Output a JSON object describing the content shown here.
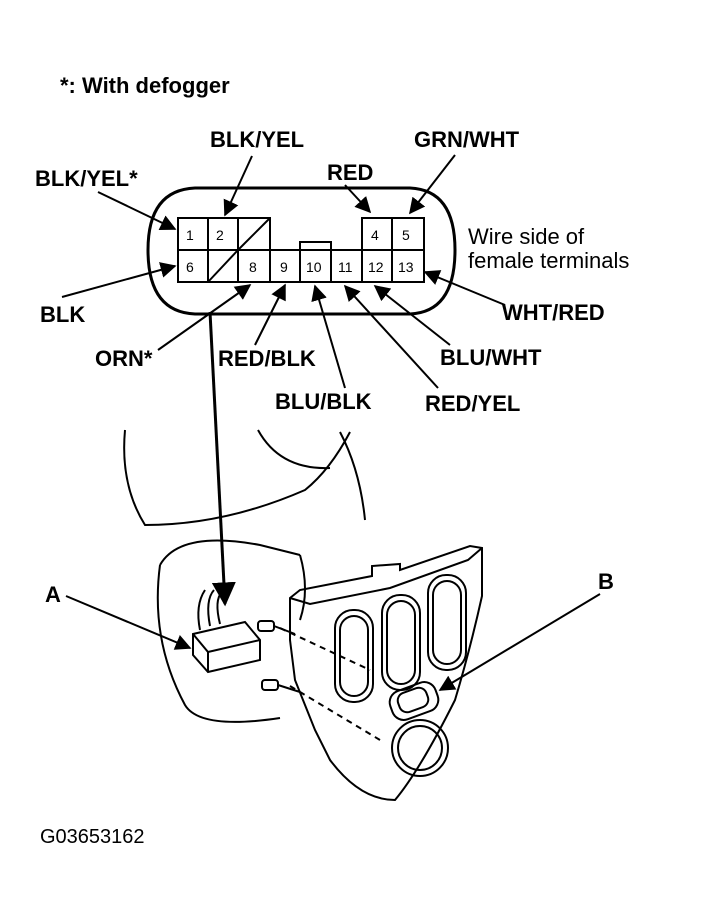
{
  "note": "*: With defogger",
  "connector": {
    "description_line1": "Wire side of",
    "description_line2": "female terminals",
    "pins": [
      "1",
      "2",
      "4",
      "5",
      "6",
      "8",
      "9",
      "10",
      "11",
      "12",
      "13"
    ]
  },
  "wires": {
    "blk_yel_star": "BLK/YEL*",
    "blk_yel": "BLK/YEL",
    "red": "RED",
    "grn_wht": "GRN/WHT",
    "blk": "BLK",
    "orn_star": "ORN*",
    "red_blk": "RED/BLK",
    "blu_blk": "BLU/BLK",
    "red_yel": "RED/YEL",
    "blu_wht": "BLU/WHT",
    "wht_red": "WHT/RED"
  },
  "callouts": {
    "a": "A",
    "b": "B"
  },
  "figure_id": "G03653162"
}
